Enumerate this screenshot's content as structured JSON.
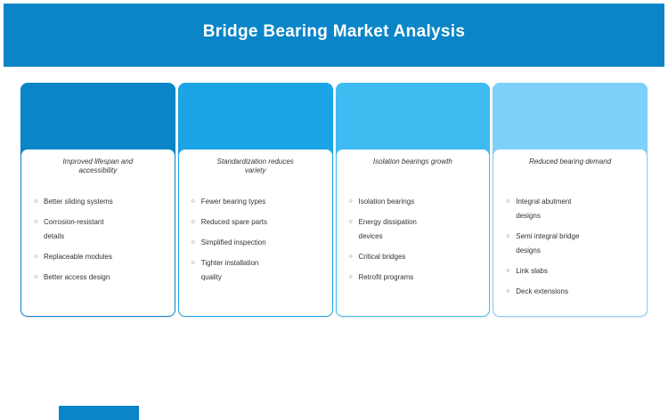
{
  "title": "Bridge Bearing Market Analysis",
  "theme": {
    "brand_blue": "#0a85c7",
    "text_color": "#333333",
    "bullet_glyph": "○"
  },
  "cards": [
    {
      "color": "#0a85c7",
      "title": "Improved lifespan and accessibility",
      "title_lines": [
        "Improved lifespan and",
        "accessibility"
      ],
      "items": [
        {
          "lines": [
            "Better sliding systems"
          ]
        },
        {
          "lines": [
            "Corrosion-resistant",
            "details"
          ]
        },
        {
          "lines": [
            "Replaceable modules"
          ]
        },
        {
          "lines": [
            "Better access design"
          ]
        }
      ]
    },
    {
      "color": "#1ba4e6",
      "title": "Standardization reduces variety",
      "title_lines": [
        "Standardization reduces",
        "variety"
      ],
      "items": [
        {
          "lines": [
            "Fewer bearing types"
          ]
        },
        {
          "lines": [
            "Reduced spare parts"
          ]
        },
        {
          "lines": [
            "Simplified inspection"
          ]
        },
        {
          "lines": [
            "Tighter installation",
            "quality"
          ]
        }
      ]
    },
    {
      "color": "#3ebcf2",
      "title": "Isolation bearings growth",
      "title_lines": [
        "Isolation bearings growth"
      ],
      "items": [
        {
          "lines": [
            "Isolation bearings"
          ]
        },
        {
          "lines": [
            "Energy dissipation",
            "devices"
          ]
        },
        {
          "lines": [
            "Critical bridges"
          ]
        },
        {
          "lines": [
            "Retrofit programs"
          ]
        }
      ]
    },
    {
      "color": "#7dd1f8",
      "title": "Reduced bearing demand",
      "title_lines": [
        "Reduced bearing demand"
      ],
      "items": [
        {
          "lines": [
            "Integral abutment",
            "designs"
          ]
        },
        {
          "lines": [
            "Semi integral bridge",
            "designs"
          ]
        },
        {
          "lines": [
            "Link slabs"
          ]
        },
        {
          "lines": [
            "Deck extensions"
          ]
        }
      ]
    }
  ]
}
